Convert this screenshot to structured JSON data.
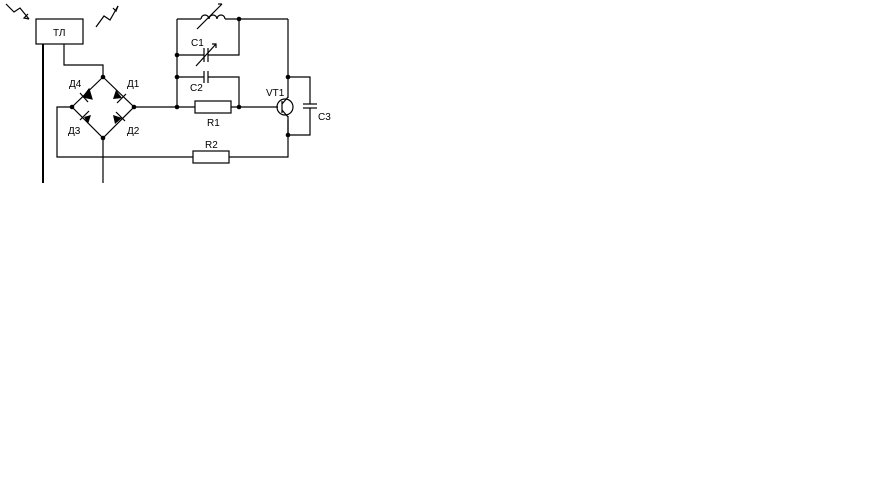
{
  "labels": {
    "tl": "ТЛ",
    "d4": "Д4",
    "d1": "Д1",
    "d3": "Д3",
    "d2": "Д2",
    "c1": "C1",
    "c2": "C2",
    "c3": "C3",
    "r1": "R1",
    "r2": "R2",
    "vt1": "VT1"
  }
}
